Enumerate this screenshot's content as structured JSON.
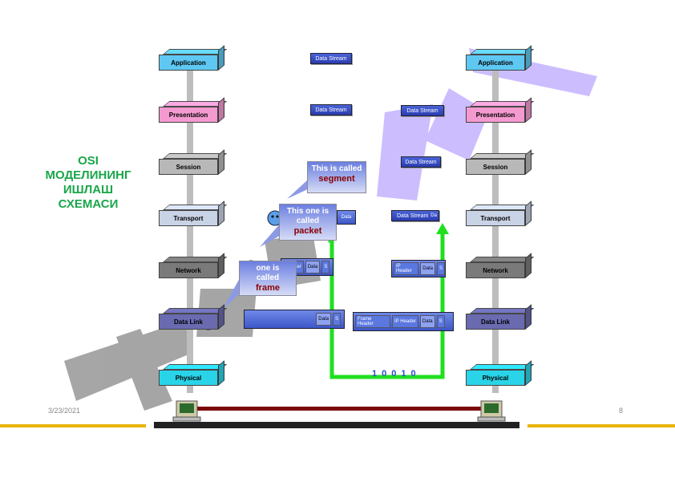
{
  "title_lines": [
    "OSI",
    "МОДЕЛИНИНГ",
    "ИШЛАШ",
    "СХЕМАСИ"
  ],
  "layers": [
    {
      "label": "Application",
      "color": "#5ec8f2"
    },
    {
      "label": "Presentation",
      "color": "#f49ad0"
    },
    {
      "label": "Session",
      "color": "#b8b8b8"
    },
    {
      "label": "Transport",
      "color": "#c9d3e6"
    },
    {
      "label": "Network",
      "color": "#7a7a7a"
    },
    {
      "label": "Data Link",
      "color": "#6a6ab0"
    },
    {
      "label": "Physical",
      "color": "#2ad4e8"
    }
  ],
  "streams": {
    "app_left": "Data Stream",
    "pres_left": "Data Stream",
    "pres_right": "Data Stream",
    "session_right": "Data Stream",
    "transport_right": "Data Stream",
    "transport_right_tail": "Da"
  },
  "packets": {
    "transport_left_data": "Data",
    "network_left_header": "Header",
    "network_left_data": "Data",
    "network_left_s": "S",
    "network_right_header": "IP Header",
    "network_right_data": "Data",
    "network_right_s": "S",
    "datalink_left_data": "Data",
    "datalink_left_s": "S",
    "datalink_right_frame": "Frame Header",
    "datalink_right_ip": "IP Header",
    "datalink_right_data": "Data",
    "datalink_right_s": "S"
  },
  "callouts": {
    "segment_line1": "This is called",
    "segment_line2": "segment",
    "packet_line1": "This one is",
    "packet_line2": "called",
    "packet_line3": "packet",
    "frame_line1": "one is",
    "frame_line2": "called",
    "frame_line3": "frame"
  },
  "bits_text": "10010",
  "footer": {
    "date": "3/23/2021",
    "page": "8"
  },
  "colors": {
    "flow_line": "#1fe01f",
    "cable": "#7a0a0a",
    "accent_bar": "#e8b400",
    "watermark": "#c7b6ff"
  }
}
